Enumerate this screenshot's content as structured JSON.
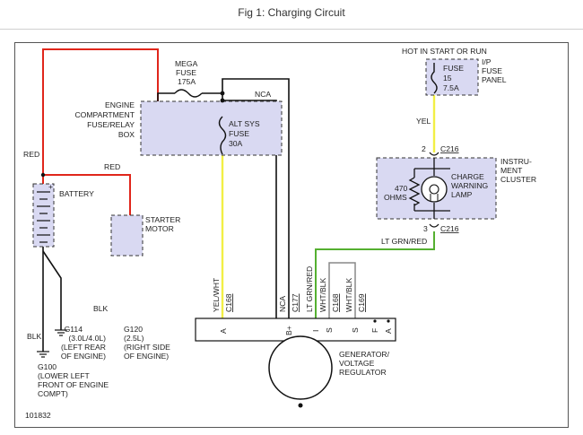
{
  "header": {
    "title": "Fig 1: Charging Circuit"
  },
  "diagram_id": "101832",
  "colors": {
    "red": "#e0261b",
    "yellow": "#f2ef45",
    "green": "#55b031",
    "black": "#111111",
    "gray": "#888888",
    "box": "#d9d9f2"
  },
  "labels": {
    "mega_fuse": [
      "MEGA",
      "FUSE",
      "175A"
    ],
    "ecfrb": [
      "ENGINE",
      "COMPARTMENT",
      "FUSE/RELAY",
      "BOX"
    ],
    "nca_top": "NCA",
    "alt_sys_fuse": [
      "ALT SYS",
      "FUSE",
      "30A"
    ],
    "hot_in_start": "HOT IN START OR RUN",
    "fuse15": [
      "FUSE",
      "15",
      "7.5A"
    ],
    "ip_panel": [
      "I/P",
      "FUSE",
      "PANEL"
    ],
    "yel": "YEL",
    "c216_top": "C216",
    "pin2": "2",
    "instrument_cluster": [
      "INSTRU-",
      "MENT",
      "CLUSTER"
    ],
    "charge_lamp": [
      "CHARGE",
      "WARNING",
      "LAMP"
    ],
    "ohms": [
      "470",
      "OHMS"
    ],
    "pin3": "3",
    "c216_bottom": "C216",
    "lt_grn_red": "LT GRN/RED",
    "red_left": "RED",
    "red_starter": "RED",
    "battery": "BATTERY",
    "starter": [
      "STARTER",
      "MOTOR"
    ],
    "blk_mid": "BLK",
    "blk_left": "BLK",
    "g114": [
      "G114",
      "(3.0L/4.0L)",
      "(LEFT REAR",
      "OF ENGINE)"
    ],
    "g120": [
      "G120",
      "(2.5L)",
      "(RIGHT SIDE",
      "OF ENGINE)"
    ],
    "g100": [
      "G100",
      "(LOWER LEFT",
      "FRONT OF ENGINE",
      "COMPT)"
    ],
    "wire_labels": [
      "YEL/WHT",
      "C168",
      "NCA",
      "C177",
      "LT GRN/RED",
      "WHT/BLK",
      "C168",
      "WHT/BLK",
      "C169"
    ],
    "terminals": [
      "A",
      "B+",
      "I",
      "S",
      "S",
      "F",
      "A"
    ],
    "generator": [
      "GENERATOR/",
      "VOLTAGE",
      "REGULATOR"
    ]
  }
}
